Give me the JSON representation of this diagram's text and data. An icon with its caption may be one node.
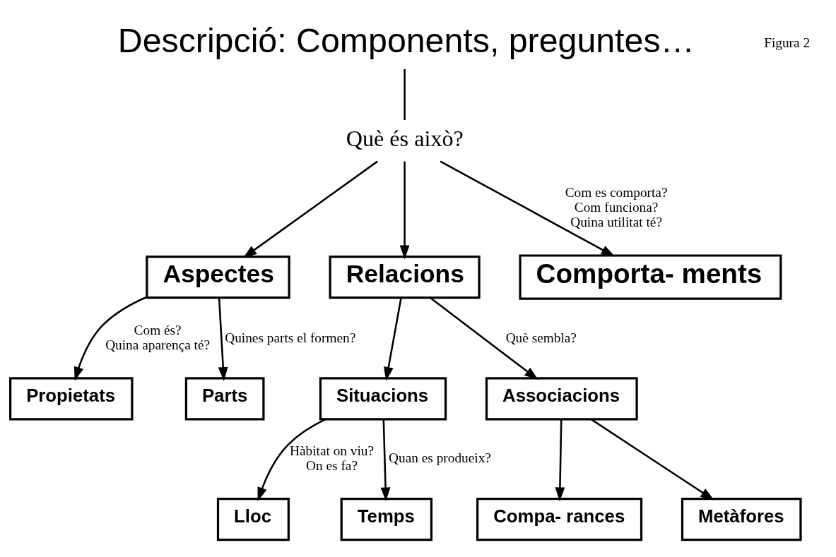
{
  "diagram": {
    "nodes": [
      {
        "text": [
          "Descripció: Components, preguntes…"
        ]
      },
      {
        "text": [
          "Què és això?"
        ]
      },
      {
        "text": [
          "Aspectes"
        ]
      },
      {
        "text": [
          "Relacions"
        ]
      },
      {
        "text": [
          "Comporta- ments"
        ]
      },
      {
        "text": [
          "Propietats"
        ]
      },
      {
        "text": [
          "Parts"
        ]
      },
      {
        "text": [
          "Situacions"
        ]
      },
      {
        "text": [
          "Associacions"
        ]
      },
      {
        "text": [
          "Lloc"
        ]
      },
      {
        "text": [
          "Temps"
        ]
      },
      {
        "text": [
          "Compa- rances"
        ]
      },
      {
        "text": [
          "Metàfores"
        ]
      }
    ],
    "edges": [
      {
        "from": 0,
        "to": 1,
        "arrow": "none"
      },
      {
        "from": 1,
        "to": 2,
        "arrow": "to"
      },
      {
        "from": 1,
        "to": 3,
        "arrow": "to"
      },
      {
        "from": 1,
        "to": 4,
        "arrow": "to",
        "label": "Com es comporta? Com funciona? Quina utilitat té?"
      },
      {
        "from": 2,
        "to": 5,
        "arrow": "to",
        "label": "Com és? Quina aparença té?"
      },
      {
        "from": 2,
        "to": 6,
        "arrow": "to",
        "label": "Quines parts el formen?"
      },
      {
        "from": 3,
        "to": 7,
        "arrow": "to"
      },
      {
        "from": 3,
        "to": 8,
        "arrow": "to",
        "label": "Què sembla?"
      },
      {
        "from": 7,
        "to": 9,
        "arrow": "to",
        "label": "Hàbitat on viu? On es fa?"
      },
      {
        "from": 7,
        "to": 10,
        "arrow": "to",
        "label": "Quan es produeix?"
      },
      {
        "from": 8,
        "to": 11,
        "arrow": "to"
      },
      {
        "from": 8,
        "to": 12,
        "arrow": "to"
      }
    ],
    "labels": [
      "Figura 2"
    ]
  }
}
